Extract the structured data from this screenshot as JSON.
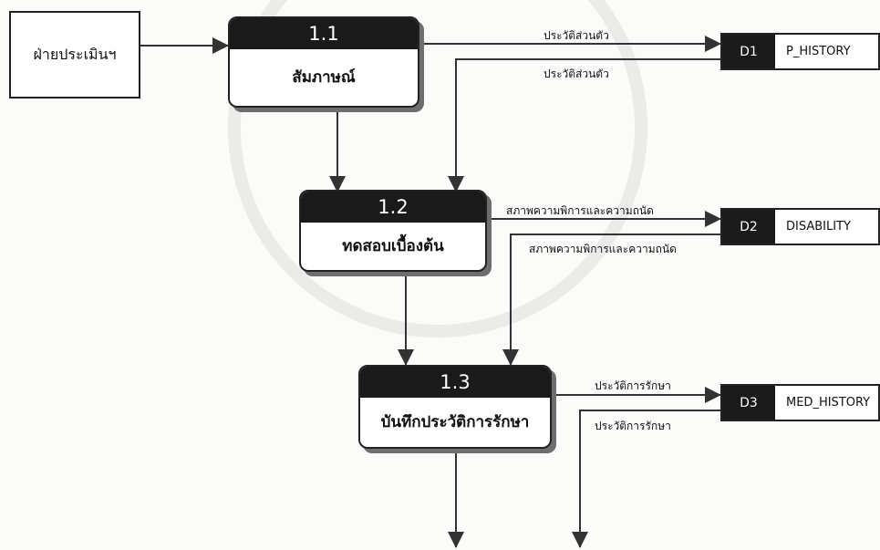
{
  "entity": {
    "label": "ฝ่ายประเมินฯ"
  },
  "processes": [
    {
      "number": "1.1",
      "name": "สัมภาษณ์"
    },
    {
      "number": "1.2",
      "name": "ทดสอบเบื้องต้น"
    },
    {
      "number": "1.3",
      "name": "บันทึกประวัติการรักษา"
    }
  ],
  "stores": [
    {
      "id": "D1",
      "name": "P_HISTORY"
    },
    {
      "id": "D2",
      "name": "DISABILITY"
    },
    {
      "id": "D3",
      "name": "MED_HISTORY"
    }
  ],
  "flows": {
    "p11_to_d1": "ประวัติส่วนตัว",
    "d1_to_p12": "ประวัติส่วนตัว",
    "p12_to_d2": "สภาพความพิการและความถนัด",
    "d2_to_p13": "สภาพความพิการและความถนัด",
    "p13_to_d3": "ประวัติการรักษา",
    "d3_out": "ประวัติการรักษา"
  },
  "colors": {
    "dark": "#1a1a1a",
    "line": "#333333",
    "shadow": "#6e6e6e"
  }
}
